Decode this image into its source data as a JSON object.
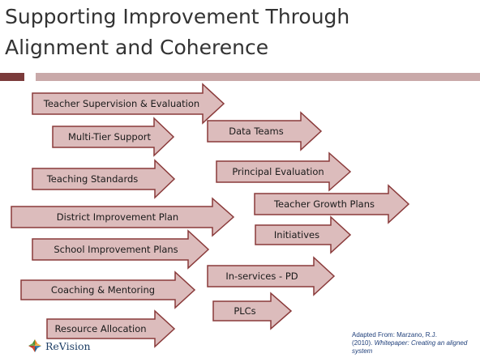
{
  "slide": {
    "title_line1": "Supporting Improvement Through",
    "title_line2": "Alignment and Coherence",
    "colors": {
      "title_bar": "#7b3b3b",
      "title_bar_light": "#c9a9a9",
      "arrow_fill": "#dcbcbc",
      "arrow_stroke": "#8a3a3a"
    }
  },
  "arrows": {
    "teacher_supervision": "Teacher Supervision & Evaluation",
    "multi_tier_support": "Multi-Tier Support",
    "data_teams": "Data Teams",
    "teaching_standards": "Teaching Standards",
    "principal_evaluation": "Principal Evaluation",
    "teacher_growth_plans": "Teacher Growth Plans",
    "district_improvement_plan": "District Improvement Plan",
    "initiatives": "Initiatives",
    "school_improvement_plans": "School Improvement Plans",
    "inservices_pd": "In-services - PD",
    "coaching_mentoring": "Coaching & Mentoring",
    "plcs": "PLCs",
    "resource_allocation": "Resource Allocation"
  },
  "footer": {
    "logo_text": "ReVision",
    "logo_icon": "revision-logo-icon",
    "citation_line1": "Adapted From: Marzano, R.J.",
    "citation_year": "(2010).",
    "citation_italic": "Whitepaper:  Creating an aligned system"
  }
}
